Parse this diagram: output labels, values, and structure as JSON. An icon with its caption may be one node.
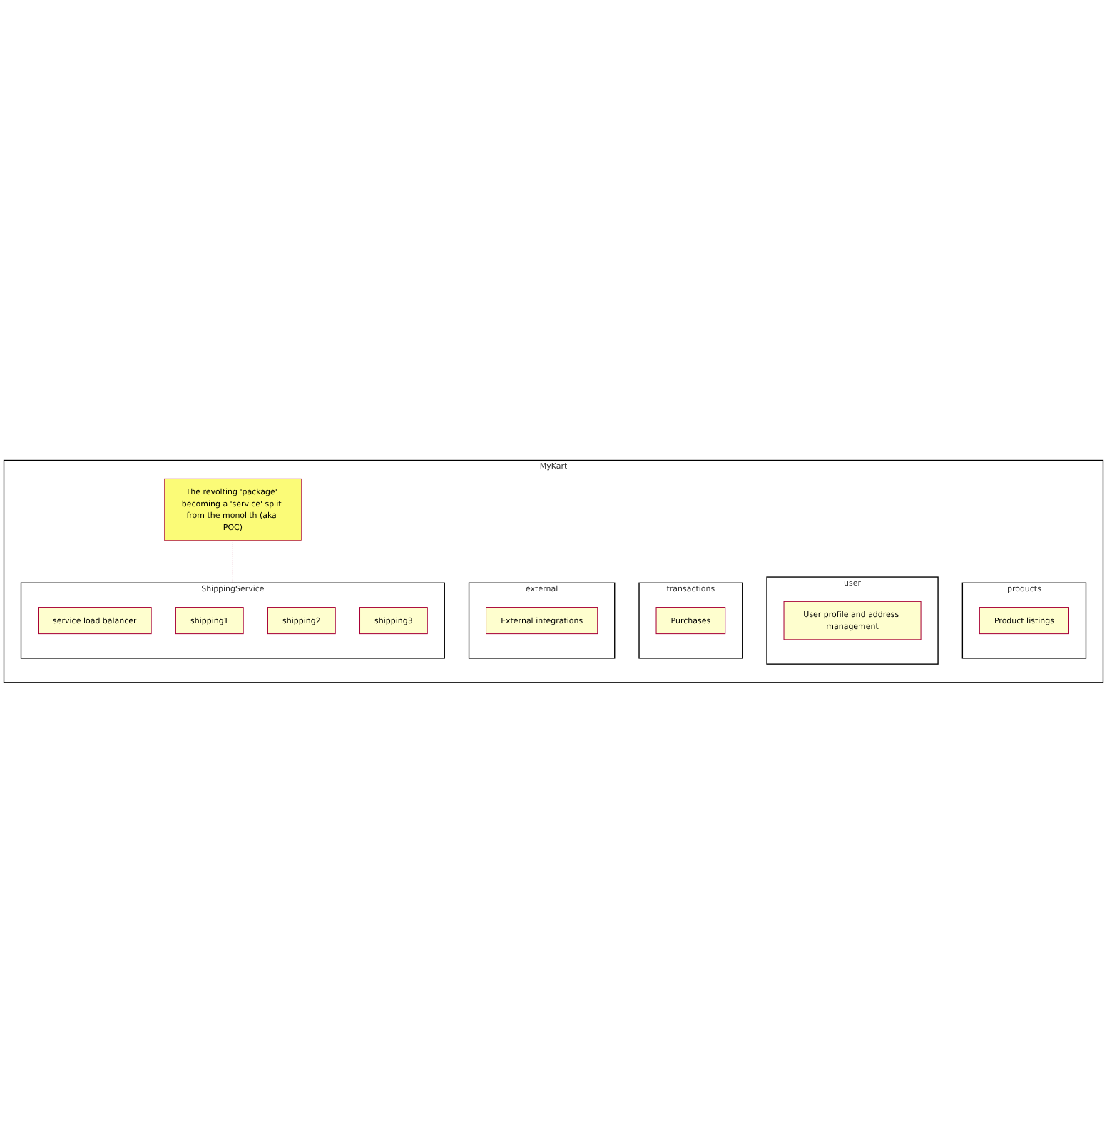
{
  "diagram": {
    "nodes": [
      {
        "text": [
          "MyKart"
        ]
      },
      {
        "text": [
          "products"
        ],
        "in": 0
      },
      {
        "text": [
          "Product listings"
        ],
        "in": 1
      },
      {
        "text": [
          "user"
        ],
        "in": 0
      },
      {
        "text": [
          "User profile and address management"
        ],
        "in": 3
      },
      {
        "text": [
          "transactions"
        ],
        "in": 0
      },
      {
        "text": [
          "Purchases"
        ],
        "in": 5
      },
      {
        "text": [
          "external"
        ],
        "in": 0
      },
      {
        "text": [
          "External integrations"
        ],
        "in": 7
      },
      {
        "text": [
          "The revolting 'package' becoming a 'service' split from the monolith (aka POC)"
        ],
        "in": 0
      },
      {
        "text": [
          "ShippingService"
        ],
        "in": 0
      },
      {
        "text": [
          "service load balancer"
        ],
        "in": 10
      },
      {
        "text": [
          "shipping1"
        ],
        "in": 10
      },
      {
        "text": [
          "shipping2"
        ],
        "in": 10
      },
      {
        "text": [
          "shipping3"
        ],
        "in": 10
      }
    ],
    "edges": [
      {
        "from": 9,
        "to": 10,
        "arrow": "none",
        "style": "dashed",
        "color": "#a80036"
      }
    ]
  }
}
